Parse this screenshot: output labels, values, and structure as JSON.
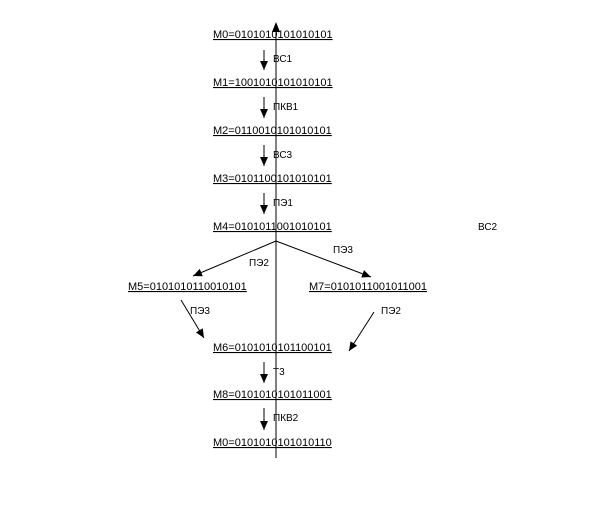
{
  "states": {
    "m0_top": "M0=0101010101010101",
    "m1": "M1=1001010101010101",
    "m2": "M2=0110010101010101",
    "m3": "M3=0101100101010101",
    "m4": "M4=0101011001010101",
    "m5": "M5=0101010110010101",
    "m7": "M7=0101011001011001",
    "m6": "M6=0101010101100101",
    "m8": "M8=0101010101011001",
    "m0_bottom": "M0=0101010101010110"
  },
  "transitions": {
    "t_m0_m1": "ВС1",
    "t_m1_m2": "ПКВ1",
    "t_m2_m3": "ВС3",
    "t_m3_m4": "ПЭ1",
    "t_side": "ВС2",
    "t_m4_m5": "ПЭ2",
    "t_m4_m7": "ПЭ3",
    "t_m5_m6": "ПЭ3",
    "t_m7_m6": "ПЭ2",
    "t_m6_m8": "Т3",
    "t_m8_m0": "ПКВ2"
  },
  "colors": {
    "ink": "#000000",
    "background": "#ffffff"
  }
}
